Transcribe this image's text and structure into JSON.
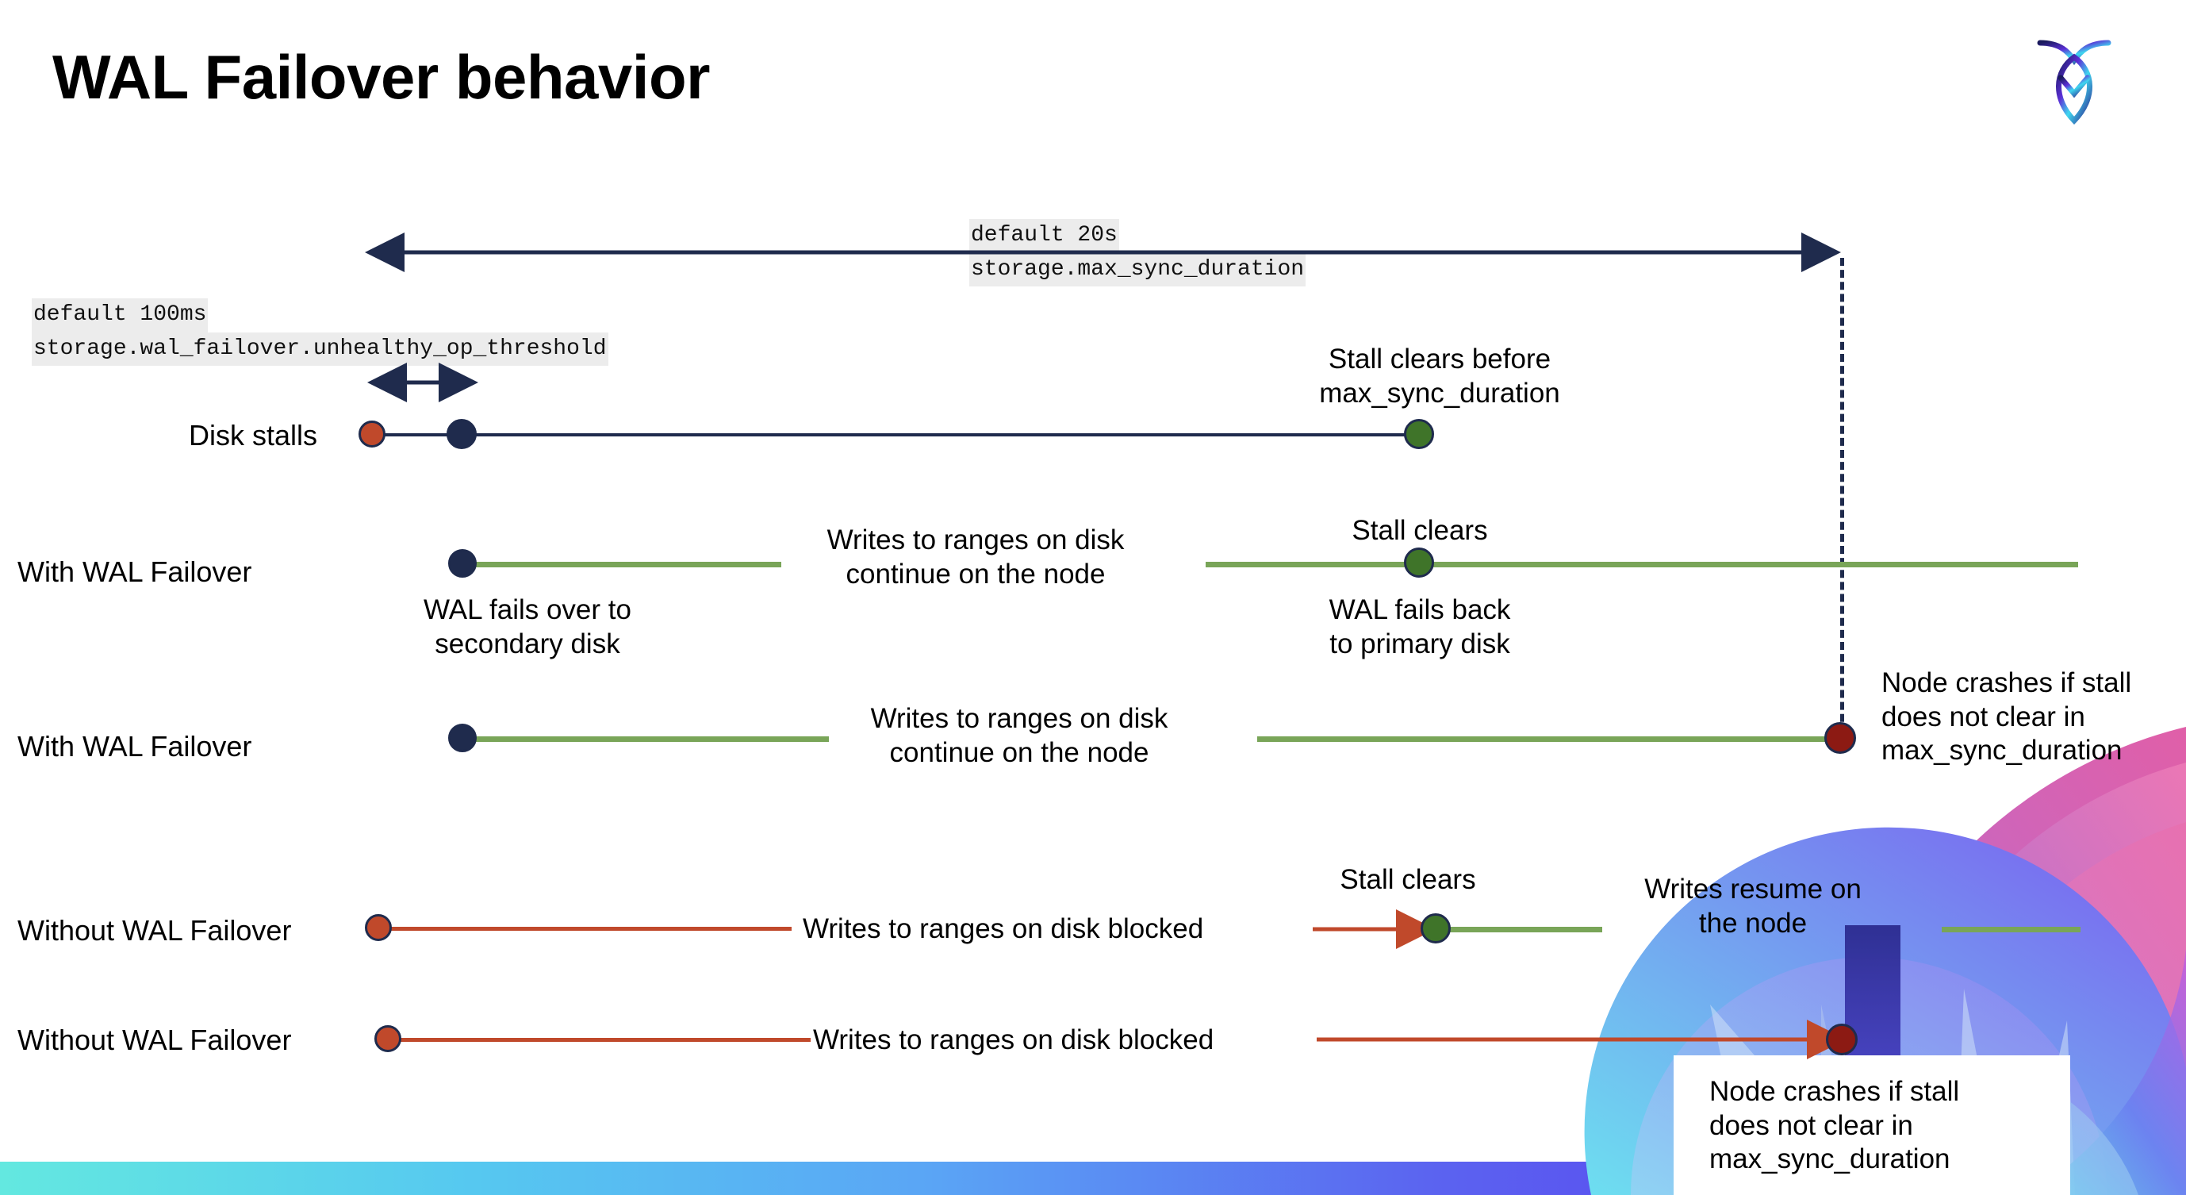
{
  "slide": {
    "title": "WAL Failover behavior",
    "logo_name": "cockroach-labs-logo"
  },
  "settings": {
    "max_sync": {
      "default_line": "default 20s",
      "setting_line": "storage.max_sync_duration"
    },
    "unhealthy_op": {
      "default_line": "default 100ms",
      "setting_line": "storage.wal_failover.unhealthy_op_threshold"
    }
  },
  "rows": [
    {
      "label": "Disk stalls",
      "note_right": "Stall clears before\nmax_sync_duration"
    },
    {
      "label": "With WAL Failover",
      "note_mid": "Writes to ranges on disk\ncontinue on the node",
      "note_above": "Stall clears",
      "note_below": "WAL fails  back\nto primary disk",
      "note_under_start": "WAL fails over to\nsecondary disk"
    },
    {
      "label": "With WAL Failover",
      "note_mid": "Writes to ranges on disk\ncontinue on the node",
      "note_right": "Node crashes if stall\ndoes not clear in\nmax_sync_duration"
    },
    {
      "label": "Without WAL Failover",
      "note_mid": "Writes to ranges on disk  blocked",
      "note_above": "Stall clears",
      "note_right": "Writes resume on\nthe node"
    },
    {
      "label": "Without WAL Failover",
      "note_mid": "Writes to ranges on disk  blocked",
      "note_right": "Node crashes if stall\ndoes not clear in\nmax_sync_duration"
    }
  ],
  "colors": {
    "navy": "#1f2b4d",
    "green_line": "#79a558",
    "green_dot": "#3f7429",
    "orange": "#c0492b",
    "dark_red": "#8c1a13",
    "code_bg": "#ececec"
  }
}
